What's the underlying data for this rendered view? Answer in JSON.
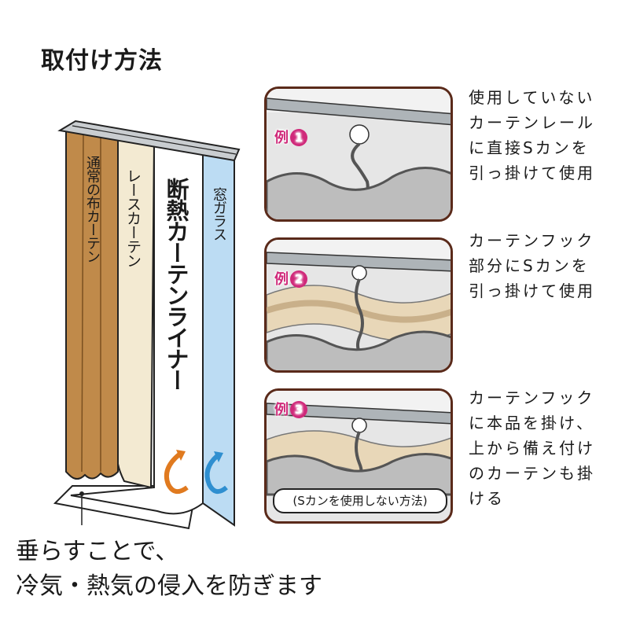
{
  "title": "取付け方法",
  "diagram": {
    "brown_curtain": "通常の布カーテン",
    "lace_curtain": "レースカーテン",
    "liner": "断熱カーテンライナー",
    "window_glass": "窓ガラス"
  },
  "caption": {
    "line1": "垂らすことで、",
    "line2": "冷気・熱気の侵入を防ぎます"
  },
  "examples": [
    {
      "badge_label": "例",
      "badge_number": "1",
      "description": "使用していないカーテンレールに直接Sカンを引っ掛けて使用"
    },
    {
      "badge_label": "例",
      "badge_number": "2",
      "description": "カーテンフック部分にSカンを引っ掛けて使用"
    },
    {
      "badge_label": "例",
      "badge_number": "3",
      "description": "カーテンフックに本品を掛け、上から備え付けのカーテンも掛ける",
      "note": "(Sカンを使用しない方法)"
    }
  ],
  "colors": {
    "brown_curtain": "#c08a4a",
    "lace_curtain": "#f3ead2",
    "window_glass": "#bcdcf3",
    "arrow_orange": "#e07a1f",
    "arrow_blue": "#2f8fd0",
    "badge": "#d0297a",
    "panel_border": "#5a2a1a"
  }
}
